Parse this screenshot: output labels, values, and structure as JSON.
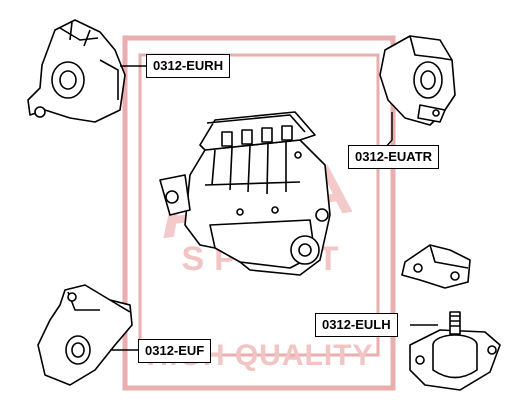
{
  "watermark": {
    "brand": "ASVA",
    "sub": "SPORT",
    "tagline": "HIGH QUALITY",
    "color": "#e8a0a0"
  },
  "labels": {
    "eurh": "0312-EURH",
    "euatr": "0312-EUATR",
    "euf": "0312-EUF",
    "eulh": "0312-EULH"
  },
  "icons": [
    "engine-icon",
    "mount-icon"
  ],
  "colors": {
    "line": "#000000",
    "fill": "#ffffff"
  }
}
